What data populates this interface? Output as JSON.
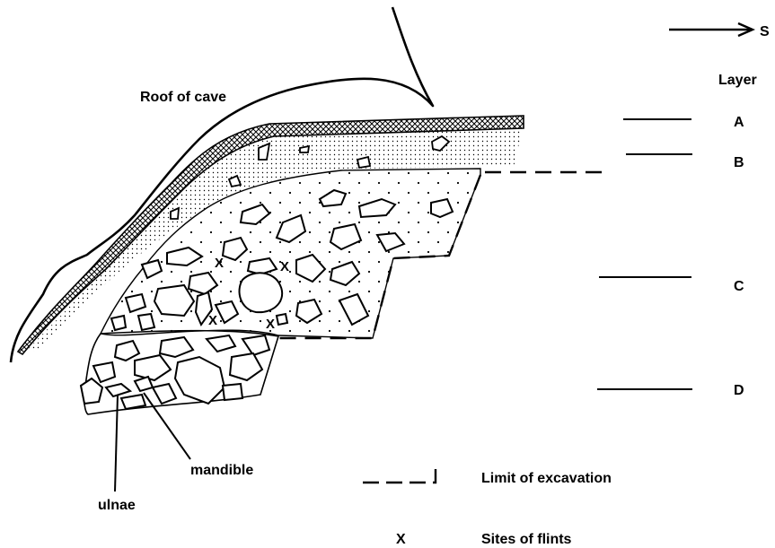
{
  "north_arrow": {
    "label": "S",
    "icon": "arrow-right-icon"
  },
  "legend_title": "Layer",
  "layers": [
    {
      "label": "A"
    },
    {
      "label": "B"
    },
    {
      "label": "C"
    },
    {
      "label": "D"
    }
  ],
  "annotations": {
    "roof": "Roof of cave",
    "mandible": "mandible",
    "ulnae": "ulnae",
    "flint_marks": [
      "X",
      "X",
      "X",
      "X"
    ]
  },
  "key": {
    "excavation_label": "Limit of excavation",
    "flint_symbol": "X",
    "flint_label": "Sites of flints"
  },
  "colors": {
    "ink": "#000000",
    "background": "#ffffff"
  }
}
